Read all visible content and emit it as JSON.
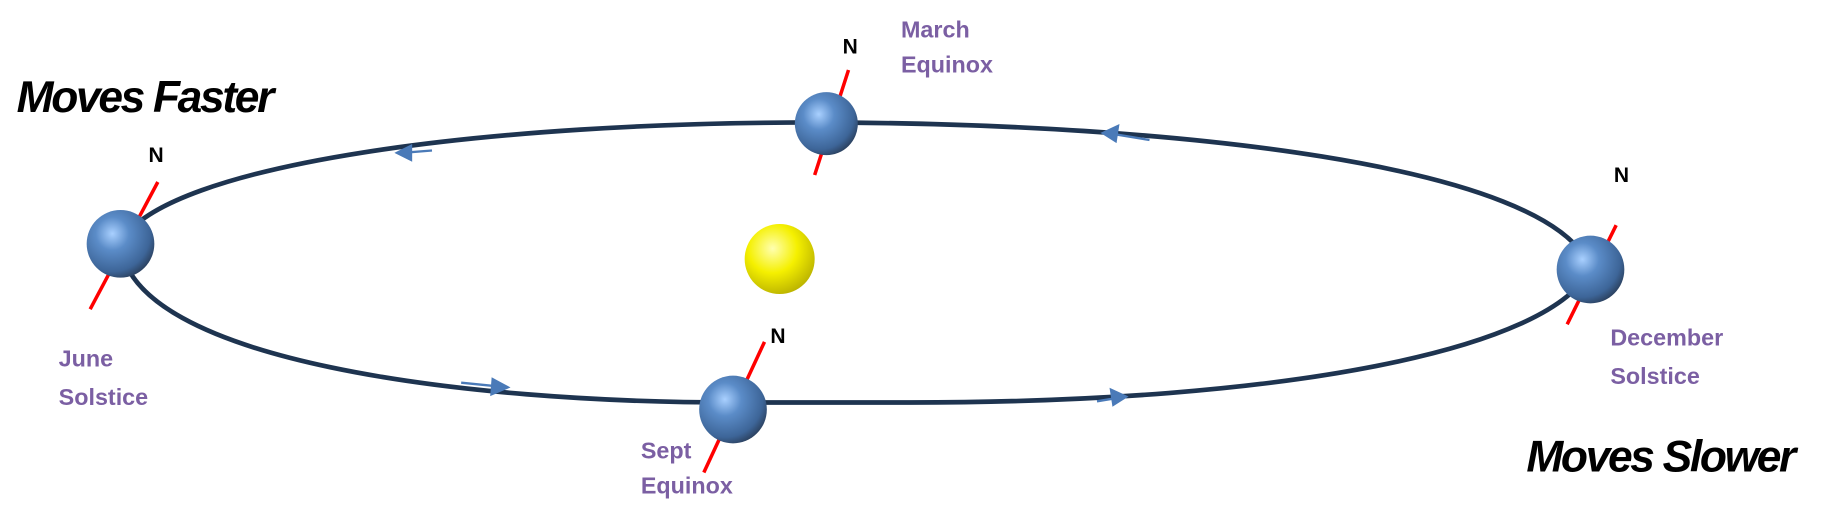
{
  "labels": {
    "moves_faster": "Moves Faster",
    "moves_slower": "Moves Slower",
    "north": "N",
    "march": [
      "March",
      "Equinox"
    ],
    "june": [
      "June",
      "Solstice"
    ],
    "sept": [
      "Sept",
      "Equinox"
    ],
    "december": [
      "December",
      "Solstice"
    ]
  },
  "colors": {
    "orbit": "#1e3450",
    "planet": "#4a7ab8",
    "sun": "#f5f000",
    "axis": "#ff0000",
    "season_label": "#7b5fa3",
    "arrow": "#4a7ab8"
  }
}
